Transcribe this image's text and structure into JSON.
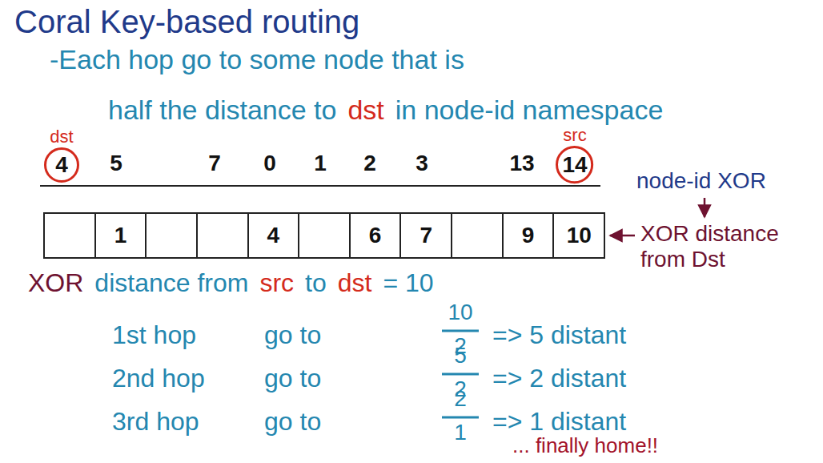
{
  "diagram": {
    "title": "Coral Key-based routing",
    "nodes": [
      {
        "text": [
          "dst",
          "4"
        ]
      },
      {
        "text": [
          "src",
          "14"
        ]
      }
    ],
    "labels": [
      "-Each hop go to some node that is",
      "half the distance to",
      "dst",
      "in node-id namespace",
      "5",
      "7",
      "0",
      "1",
      "2",
      "3",
      "13",
      "1",
      "4",
      "6",
      "7",
      "9",
      "10",
      "node-id XOR",
      "XOR distance from Dst",
      "XOR",
      "distance from",
      "src",
      "to",
      "dst",
      "= 10",
      "1st hop",
      "go to",
      "10",
      "2",
      "=> 5 distant",
      "2nd hop",
      "go to",
      "5",
      "2",
      "=> 2 distant",
      "3rd hop",
      "go to",
      "2",
      "1",
      "=> 1 distant",
      "... finally home!!"
    ]
  }
}
